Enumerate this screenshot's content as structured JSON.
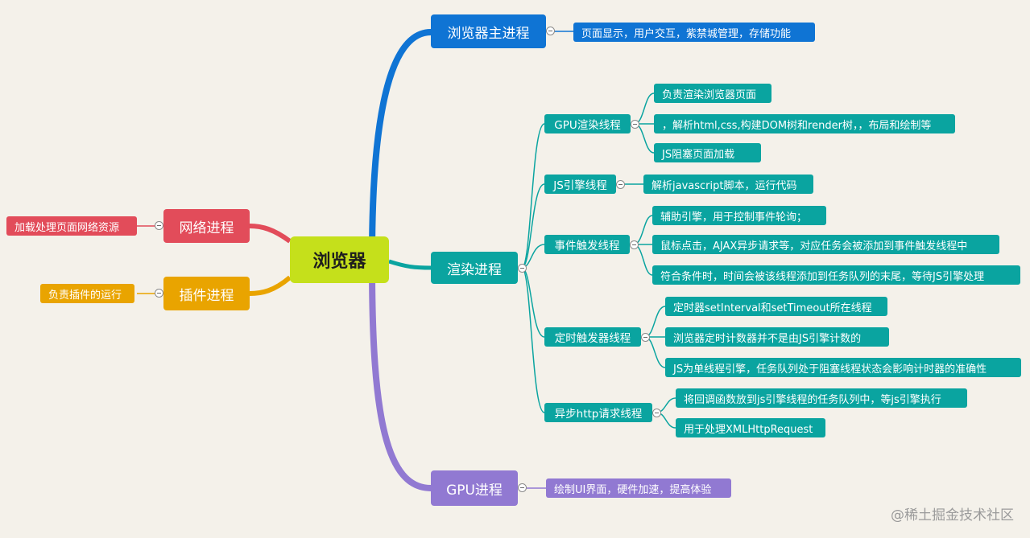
{
  "mindmap": {
    "root": "浏览器",
    "browser_main": {
      "label": "浏览器主进程",
      "leaf": "页面显示，用户交互，紫禁城管理，存储功能"
    },
    "render": {
      "label": "渲染进程",
      "gpu_thread": {
        "label": "GPU渲染线程",
        "leaves": [
          "负责渲染浏览器页面",
          "，解析html,css,构建DOM树和render树，，布局和绘制等",
          "JS阻塞页面加载"
        ]
      },
      "js_thread": {
        "label": "JS引擎线程",
        "leaves": [
          "解析javascript脚本，运行代码"
        ]
      },
      "event_thread": {
        "label": "事件触发线程",
        "leaves": [
          "辅助引擎，用于控制事件轮询；",
          "鼠标点击，AJAX异步请求等，对应任务会被添加到事件触发线程中",
          "符合条件时，时间会被该线程添加到任务队列的末尾，等待JS引擎处理"
        ]
      },
      "timer_thread": {
        "label": "定时触发器线程",
        "leaves": [
          "定时器setInterval和setTimeout所在线程",
          "浏览器定时计数器并不是由JS引擎计数的",
          "JS为单线程引擎，任务队列处于阻塞线程状态会影响计时器的准确性"
        ]
      },
      "http_thread": {
        "label": "异步http请求线程",
        "leaves": [
          "将回调函数放到js引擎线程的任务队列中，等js引擎执行",
          "用于处理XMLHttpRequest"
        ]
      }
    },
    "gpu_process": {
      "label": "GPU进程",
      "leaf": "绘制UI界面，硬件加速，提高体验"
    },
    "network": {
      "label": "网络进程",
      "leaf": "加载处理页面网络资源"
    },
    "plugin": {
      "label": "插件进程",
      "leaf": "负责插件的运行"
    }
  },
  "watermark": "@稀土掘金技术社区",
  "colors": {
    "blue": "#0f74d4",
    "teal": "#0aa4a0",
    "purple": "#9179d2",
    "red": "#e24c5a",
    "orange": "#e9a400",
    "root": "#c5e01b"
  }
}
